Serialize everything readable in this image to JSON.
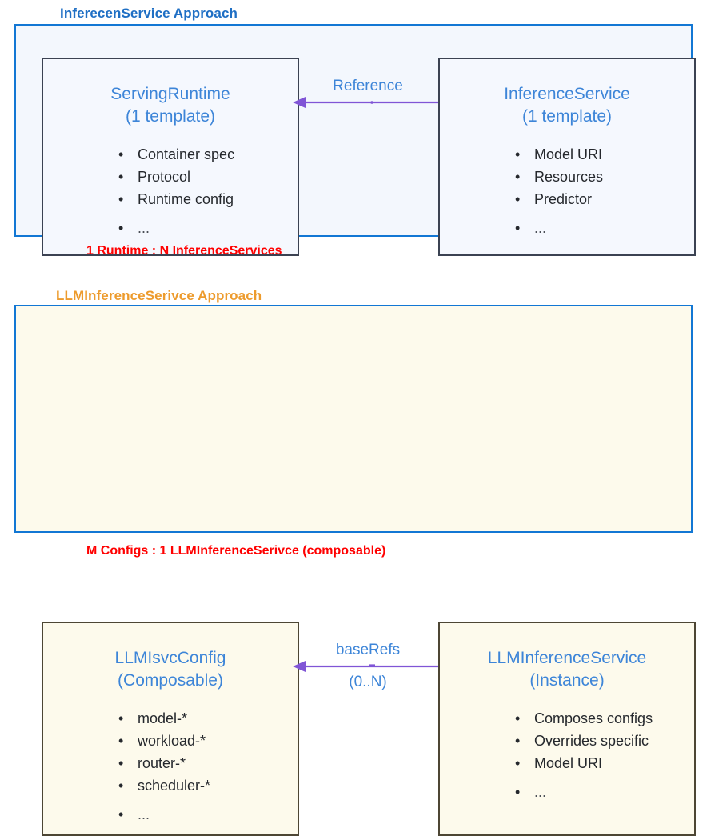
{
  "diagram": {
    "colors": {
      "panel1_border": "#1277d4",
      "panel1_fill": "#f3f7fd",
      "panel2_border": "#1277d4",
      "panel2_fill": "#fdfaec",
      "title1": "#1f6fc4",
      "title2": "#ed9b2d",
      "caption": "#ff0000",
      "entity_title": "#3d85d8",
      "arrow": "#8055d6",
      "bullet_text": "#25282d"
    },
    "sections": [
      {
        "id": "inferenceservice-approach",
        "title": "InferecenService Approach",
        "caption": "1 Runtime : N InferenceServices",
        "left_entity": {
          "title": "ServingRuntime",
          "subtitle": "(1 template)",
          "bullets": [
            "Container spec",
            "Protocol",
            "Runtime config",
            "..."
          ]
        },
        "right_entity": {
          "title": "InferenceService",
          "subtitle": "(1 template)",
          "bullets": [
            "Model URI",
            "Resources",
            "Predictor",
            "..."
          ]
        },
        "relation": {
          "label": "Reference",
          "sublabel": "",
          "direction": "right-to-left"
        }
      },
      {
        "id": "llminferenceservice-approach",
        "title": "LLMInferenceSerivce Approach",
        "caption": "M Configs : 1 LLMInferenceSerivce (composable)",
        "left_entity": {
          "title": "LLMIsvcConfig",
          "subtitle": "(Composable)",
          "bullets": [
            "model-*",
            "workload-*",
            "router-*",
            "scheduler-*",
            "..."
          ]
        },
        "right_entity": {
          "title": "LLMInferenceService",
          "subtitle": "(Instance)",
          "bullets": [
            "Composes configs",
            "Overrides specific",
            "Model URI",
            "..."
          ]
        },
        "relation": {
          "label": "baseRefs",
          "sublabel": "(0..N)",
          "direction": "right-to-left"
        }
      }
    ],
    "bullet_glyph": "•"
  }
}
